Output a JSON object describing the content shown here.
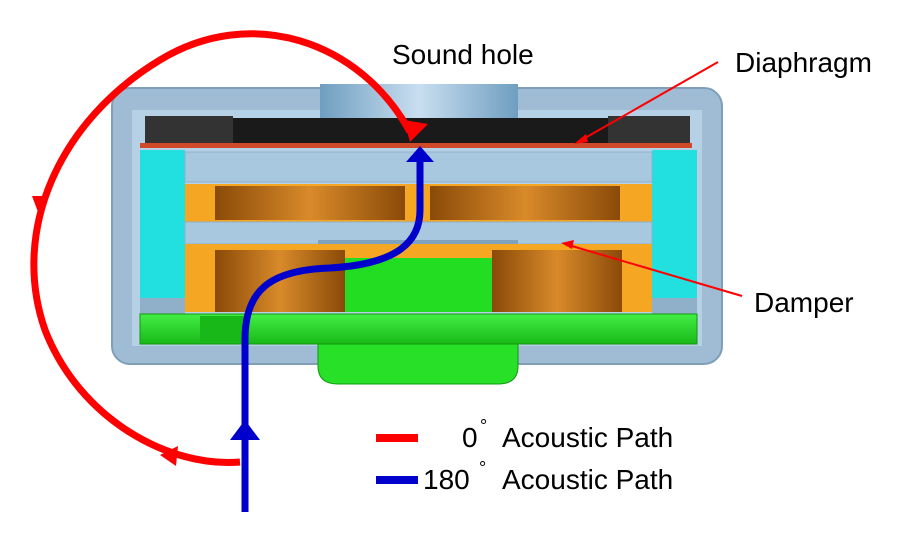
{
  "labels": {
    "sound_hole": "Sound hole",
    "diaphragm": "Diaphragm",
    "damper": "Damper"
  },
  "legend": {
    "items": [
      {
        "number": "0",
        "degree": "°",
        "text": "Acoustic Path",
        "color": "#ff0000"
      },
      {
        "number": "180",
        "degree": "°",
        "text": "Acoustic Path",
        "color": "#0000cc"
      }
    ]
  },
  "colors": {
    "front_path": "#ff0000",
    "rear_path": "#0000cc",
    "housing": "#a8c8e0",
    "housing_edge": "#9fbcd4",
    "magnet_orange": "#f5a623",
    "magnet_brown": "#a05a10",
    "cyan_side": "#22e0e0",
    "green_board": "#22dd22",
    "diaphragm_dark": "#2a2a2a"
  }
}
